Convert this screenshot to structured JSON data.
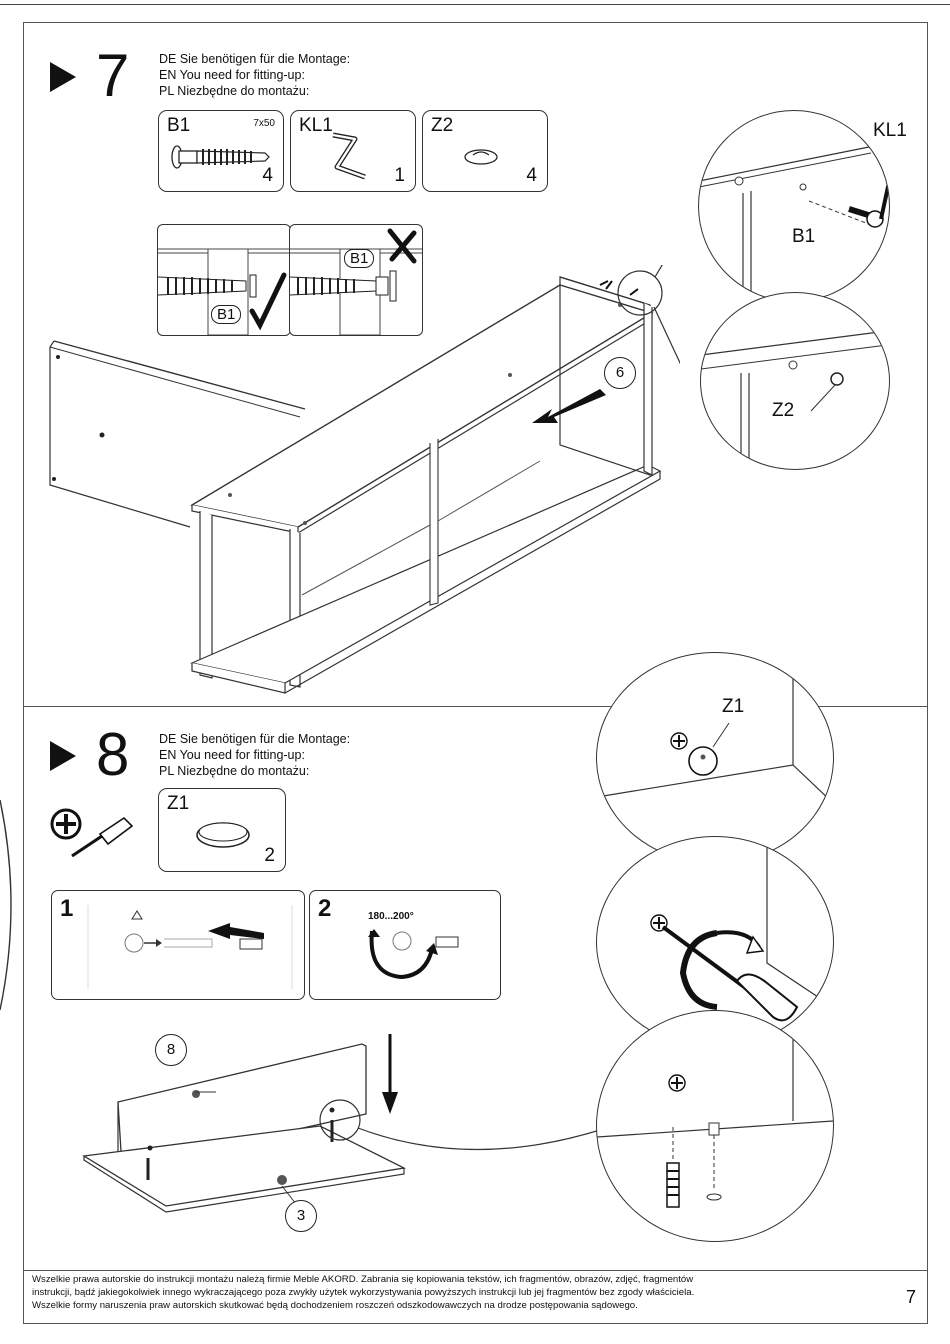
{
  "step7": {
    "number": "7",
    "need_lines": [
      "DE Sie benötigen für die Montage:",
      "EN You need for fitting-up:",
      "PL Niezbędne do montażu:"
    ],
    "parts": [
      {
        "code": "B1",
        "size": "7x50",
        "qty": "4"
      },
      {
        "code": "KL1",
        "size": "",
        "qty": "1"
      },
      {
        "code": "Z2",
        "size": "",
        "qty": "4"
      }
    ],
    "correct_label": "B1",
    "wrong_label": "B1",
    "detail_top": {
      "kl1": "KL1",
      "b1": "B1"
    },
    "detail_bottom": {
      "z2": "Z2"
    },
    "callout_6": "6"
  },
  "step8": {
    "number": "8",
    "need_lines": [
      "DE Sie benötigen für die Montage:",
      "EN You need for fitting-up:",
      "PL Niezbędne do montażu:"
    ],
    "parts": [
      {
        "code": "Z1",
        "qty": "2"
      }
    ],
    "substep1": {
      "num": "1"
    },
    "substep2": {
      "num": "2",
      "angle": "180...200°"
    },
    "callout_8": "8",
    "callout_3": "3",
    "detail_z1": "Z1"
  },
  "footer": {
    "lines": [
      "Wszelkie prawa autorskie do instrukcji montażu należą firmie Meble AKORD. Zabrania się kopiowania tekstów, ich fragmentów, obrazów, zdjęć, fragmentów",
      "instrukcji, bądź jakiegokolwiek innego wykraczającego poza zwykły użytek wykorzystywania powyższych instrukcji lub jej fragmentów bez zgody właściciela.",
      "Wszelkie formy naruszenia praw autorskich skutkować będą dochodzeniem roszczeń odszkodowawczych na drodze postępowania sądowego."
    ],
    "page_number": "7"
  }
}
